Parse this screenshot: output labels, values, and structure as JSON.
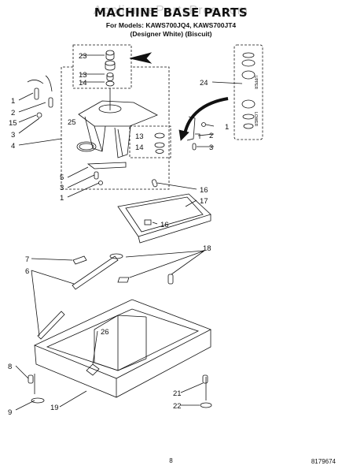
{
  "header": {
    "watermark": "AppliancePartsPros.com",
    "title": "MACHINE BASE PARTS",
    "models_line": "For Models: KAWS700JQ4, KAWS700JT4",
    "variants_line": "(Designer White)    (Biscuit)"
  },
  "callouts": [
    "1",
    "2",
    "15",
    "3",
    "4",
    "25",
    "23",
    "13",
    "14",
    "24",
    "1",
    "2",
    "3",
    "13",
    "14",
    "5",
    "3",
    "1",
    "16",
    "17",
    "16",
    "7",
    "6",
    "18",
    "26",
    "8",
    "9",
    "19",
    "21",
    "22"
  ],
  "side_legend": {
    "upper": "UPPER",
    "lower": "LOWER"
  },
  "footer": {
    "page_number": "8",
    "document_number": "8179674"
  }
}
